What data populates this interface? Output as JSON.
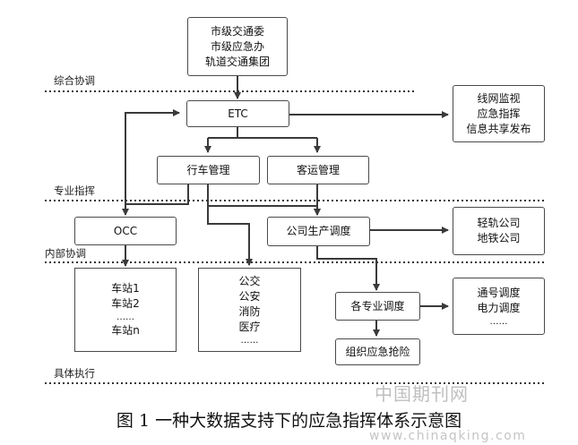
{
  "layers": {
    "coordination": "综合协调",
    "professional": "专业指挥",
    "internal": "内部协调",
    "execution": "具体执行"
  },
  "top_box": [
    "市级交通委",
    "市级应急办",
    "轨道交通集团"
  ],
  "etc_box": "ETC",
  "network_box": [
    "线网监视",
    "应急指挥",
    "信息共享发布"
  ],
  "train_mgmt": "行车管理",
  "passenger_mgmt": "客运管理",
  "occ_box": "OCC",
  "company_dispatch": "公司生产调度",
  "companies_box": [
    "轻轨公司",
    "地铁公司"
  ],
  "stations_box": [
    "车站1",
    "车站2",
    "……",
    "车站n"
  ],
  "services_box": [
    "公交",
    "公安",
    "消防",
    "医疗",
    "……"
  ],
  "specialty_dispatch": "各专业调度",
  "signal_box": [
    "通号调度",
    "电力调度",
    "……"
  ],
  "rescue_box": "组织应急抢险",
  "caption": "图 1  一种大数据支持下的应急指挥体系示意图",
  "watermark_cn": "中国期刊网",
  "watermark_url": "www.chinaqking.com"
}
